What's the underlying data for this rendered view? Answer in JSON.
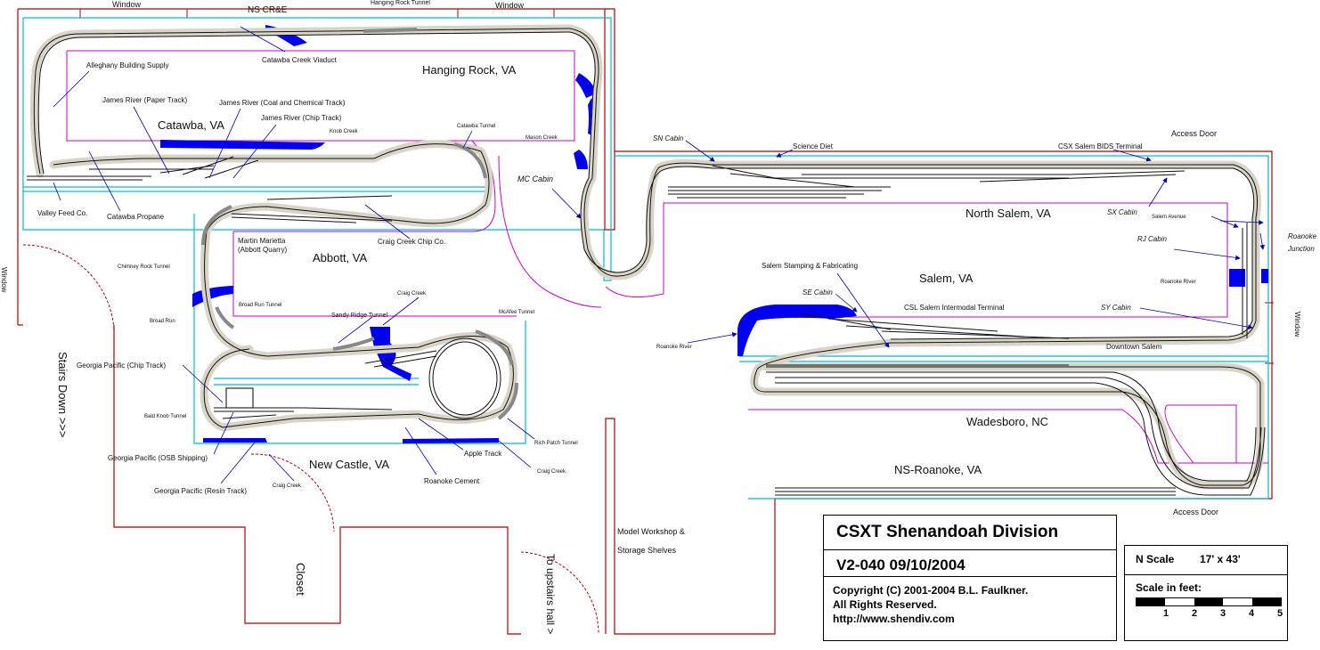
{
  "title_block": {
    "title": "CSXT Shenandoah Division",
    "version": "V2-040 09/10/2004",
    "copyright_lines": [
      "Copyright (C) 2001-2004 B.L. Faulkner.",
      "All Rights Reserved.",
      "http://www.shendiv.com"
    ]
  },
  "scale_block": {
    "scale": "N Scale",
    "size": "17' x 43'",
    "scale_label": "Scale in feet:",
    "ticks": [
      "1",
      "2",
      "3",
      "4",
      "5"
    ]
  },
  "room": {
    "windows": [
      "Window",
      "Window",
      "Window",
      "Window"
    ],
    "stairs": "Stairs Down >>>",
    "closet": "Closet",
    "upstairs": "To upstairs hall >",
    "workshop": [
      "Model Workshop &",
      "Storage Shelves"
    ],
    "access_doors": [
      "Access Door",
      "Access Door"
    ]
  },
  "towns": {
    "hanging_rock": "Hanging Rock, VA",
    "catawba": "Catawba, VA",
    "abbott": "Abbott, VA",
    "new_castle": "New Castle, VA",
    "north_salem": "North Salem, VA",
    "salem": "Salem, VA",
    "wadesboro": "Wadesboro, NC",
    "ns_roanoke": "NS-Roanoke, VA"
  },
  "industries": {
    "ns_cr_e": "NS CR&E",
    "hanging_rock_tunnel": "Hanging Rock Tunnel",
    "catawba_viaduct": "Catawba Creek Viaduct",
    "alleghany": "Alleghany Building Supply",
    "james_paper": "James River (Paper Track)",
    "james_coal": "James River (Coal and Chemical Track)",
    "james_chip": "James River (Chip Track)",
    "knob_creek": "Knob Creek",
    "catawba_tunnel": "Catawba Tunnel",
    "mason_creek": "Mason Creek",
    "mc_cabin": "MC Cabin",
    "valley_feed": "Valley Feed Co.",
    "catawba_propane": "Catawba Propane",
    "craig_chip": "Craig Creek Chip Co.",
    "martin_marietta": "Martin Marietta",
    "abbott_quarry": "(Abbott Quarry)",
    "chimney_rock": "Chimney Rock Tunnel",
    "broad_run": "Broad Run",
    "broad_run_tunnel": "Broad Run Tunnel",
    "craig_creek_1": "Craig Creek",
    "sandy_ridge": "Sandy Ridge Tunnel",
    "mcafee": "McAfee Tunnel",
    "gp_chip": "Georgia Pacific (Chip Track)",
    "bald_knob": "Bald Knob Tunnel",
    "gp_osb": "Georgia Pacific (OSB Shipping)",
    "gp_resin": "Georgia Pacific (Resin Track)",
    "craig_creek_2": "Craig Creek",
    "roanoke_cement": "Roanoke Cement",
    "apple_track": "Apple Track",
    "rich_patch": "Rich Patch Tunnel",
    "craig_creek_3": "Craig Creek",
    "sn_cabin": "SN Cabin",
    "science_diet": "Science Diet",
    "csx_bids": "CSX Salem BIDS Terminal",
    "sx_cabin": "SX Cabin",
    "salem_avenue": "Salem Avenue",
    "roanoke_junction_1": "Roanoke",
    "roanoke_junction_2": "Junction",
    "rj_cabin": "RJ Cabin",
    "roanoke_river_1": "Roanoke River",
    "salem_stamping": "Salem Stamping & Fabricating",
    "se_cabin": "SE Cabin",
    "csl_intermodal": "CSL Salem Intermodal Terminal",
    "sy_cabin": "SY Cabin",
    "roanoke_river_2": "Roanoke River",
    "downtown_salem": "Downtown Salem"
  },
  "colors": {
    "wall": "#b00000",
    "benchwork": "#00bcd4",
    "backdrop": "#cc00cc",
    "water": "#0000ee",
    "roadbed": "#d8d4c8",
    "track": "#111111"
  }
}
